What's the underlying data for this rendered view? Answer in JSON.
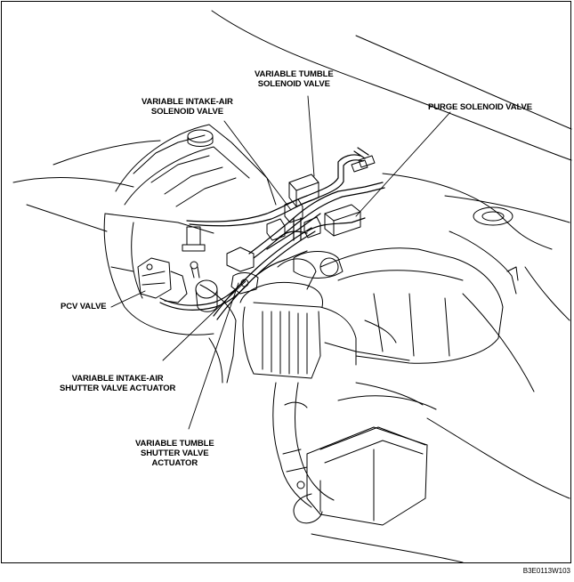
{
  "labels": {
    "variable_tumble_solenoid": [
      "VARIABLE TUMBLE",
      "SOLENOID VALVE"
    ],
    "variable_intake_solenoid": [
      "VARIABLE INTAKE-AIR",
      "SOLENOID VALVE"
    ],
    "purge_solenoid": [
      "PURGE SOLENOID VALVE"
    ],
    "pcv_valve": [
      "PCV VALVE"
    ],
    "intake_shutter_actuator": [
      "VARIABLE INTAKE-AIR",
      "SHUTTER VALVE ACTUATOR"
    ],
    "tumble_shutter_actuator": [
      "VARIABLE TUMBLE",
      "SHUTTER VALVE",
      "ACTUATOR"
    ]
  },
  "figure_code": "B3E0113W103",
  "colors": {
    "line": "#000000",
    "background": "#ffffff"
  }
}
